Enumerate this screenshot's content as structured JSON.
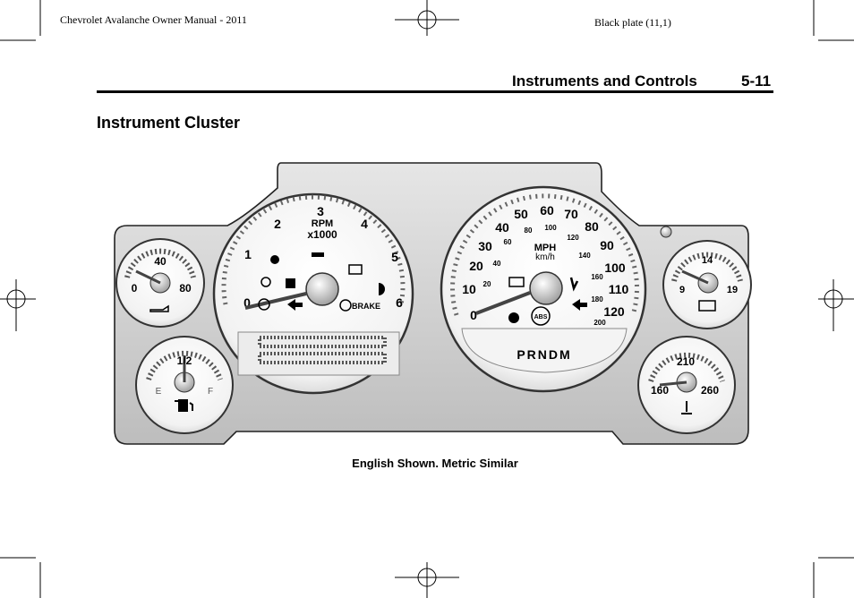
{
  "header": {
    "manual_title": "Chevrolet Avalanche Owner Manual - 2011",
    "plate": "Black plate (11,1)",
    "section_title": "Instruments and Controls",
    "page_number": "5-11"
  },
  "content": {
    "heading": "Instrument Cluster",
    "caption": "English Shown. Metric Similar"
  },
  "cluster": {
    "oil_pressure": {
      "mid": "40",
      "min": "0",
      "max": "80"
    },
    "fuel": {
      "mid": "1/2",
      "empty": "E",
      "full": "F"
    },
    "tachometer": {
      "label": "RPM",
      "multiplier": "x1000",
      "ticks": [
        "0",
        "1",
        "2",
        "3",
        "4",
        "5",
        "6"
      ],
      "brake_label": "BRAKE"
    },
    "speedometer": {
      "mph_label": "MPH",
      "kmh_label": "km/h",
      "mph_ticks": [
        "0",
        "10",
        "20",
        "30",
        "40",
        "50",
        "60",
        "70",
        "80",
        "90",
        "100",
        "110",
        "120"
      ],
      "kmh_ticks": [
        "20",
        "40",
        "60",
        "80",
        "100",
        "120",
        "140",
        "160",
        "180",
        "200"
      ],
      "abs_label": "ABS"
    },
    "gear_indicator": "PRNDM",
    "voltmeter": {
      "mid": "14",
      "min": "9",
      "max": "19"
    },
    "coolant_temp": {
      "mid": "210",
      "min": "160",
      "max": "260"
    }
  }
}
